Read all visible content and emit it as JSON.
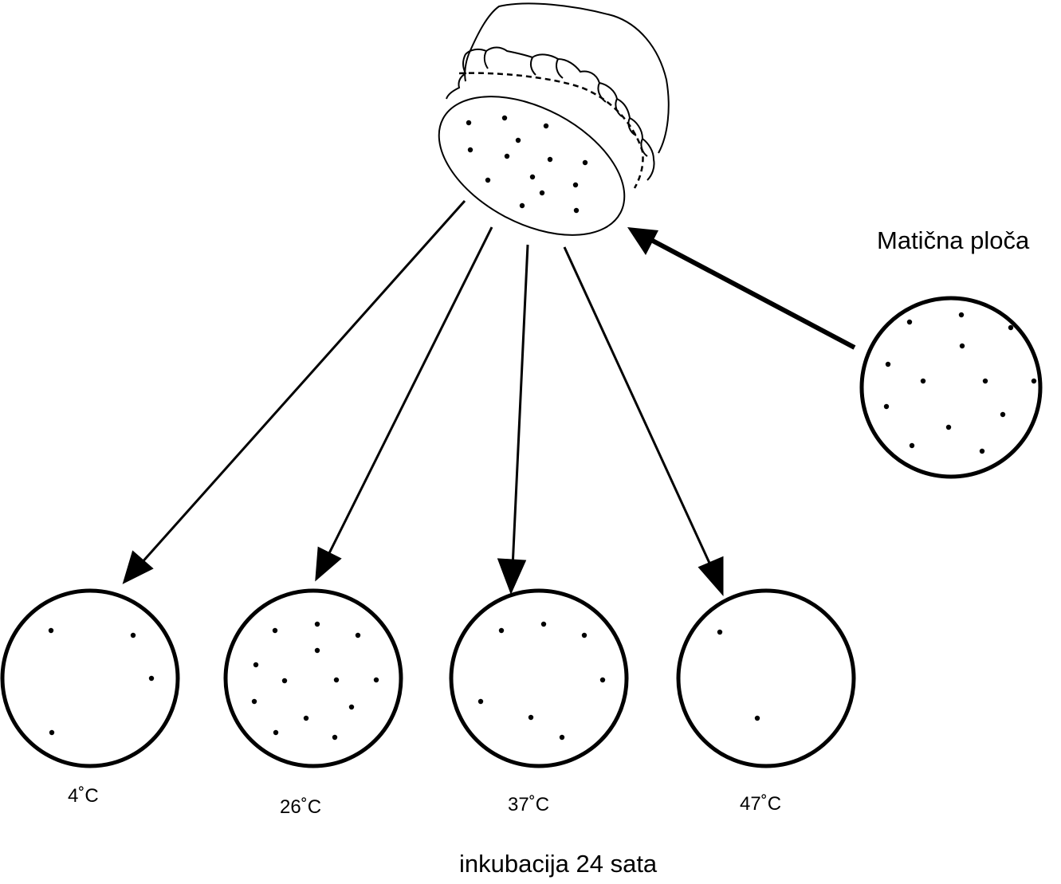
{
  "master_plate_label": "Matična ploča",
  "incubation_label": "inkubacija 24 sata",
  "plates": [
    {
      "temperature": "4˚C"
    },
    {
      "temperature": "26˚C"
    },
    {
      "temperature": "37˚C"
    },
    {
      "temperature": "47˚C"
    }
  ],
  "colors": {
    "stroke": "#000000",
    "background": "#ffffff"
  }
}
